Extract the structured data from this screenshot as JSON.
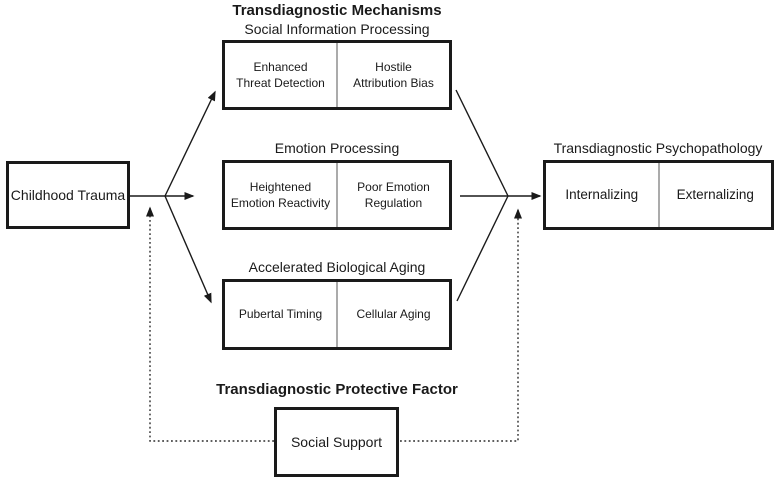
{
  "titles": {
    "mechanisms": "Transdiagnostic Mechanisms",
    "protective_factor": "Transdiagnostic Protective Factor"
  },
  "boxes": {
    "childhood_trauma": {
      "label": "Childhood Trauma"
    },
    "social_information_processing": {
      "title": "Social Information Processing",
      "left_cell": "Enhanced\nThreat Detection",
      "right_cell": "Hostile\nAttribution Bias"
    },
    "emotion_processing": {
      "title": "Emotion Processing",
      "left_cell": "Heightened\nEmotion Reactivity",
      "right_cell": "Poor Emotion\nRegulation"
    },
    "accelerated_biological_aging": {
      "title": "Accelerated Biological Aging",
      "left_cell": "Pubertal Timing",
      "right_cell": "Cellular Aging"
    },
    "transdiagnostic_psychopathology": {
      "title": "Transdiagnostic Psychopathology",
      "left_cell": "Internalizing",
      "right_cell": "Externalizing"
    },
    "social_support": {
      "label": "Social Support"
    }
  },
  "colors": {
    "line": "#1a1a1a",
    "box_border": "#1a1a1a",
    "cell_divider": "#ababab",
    "text": "#1a1a1a",
    "background": "#ffffff"
  }
}
